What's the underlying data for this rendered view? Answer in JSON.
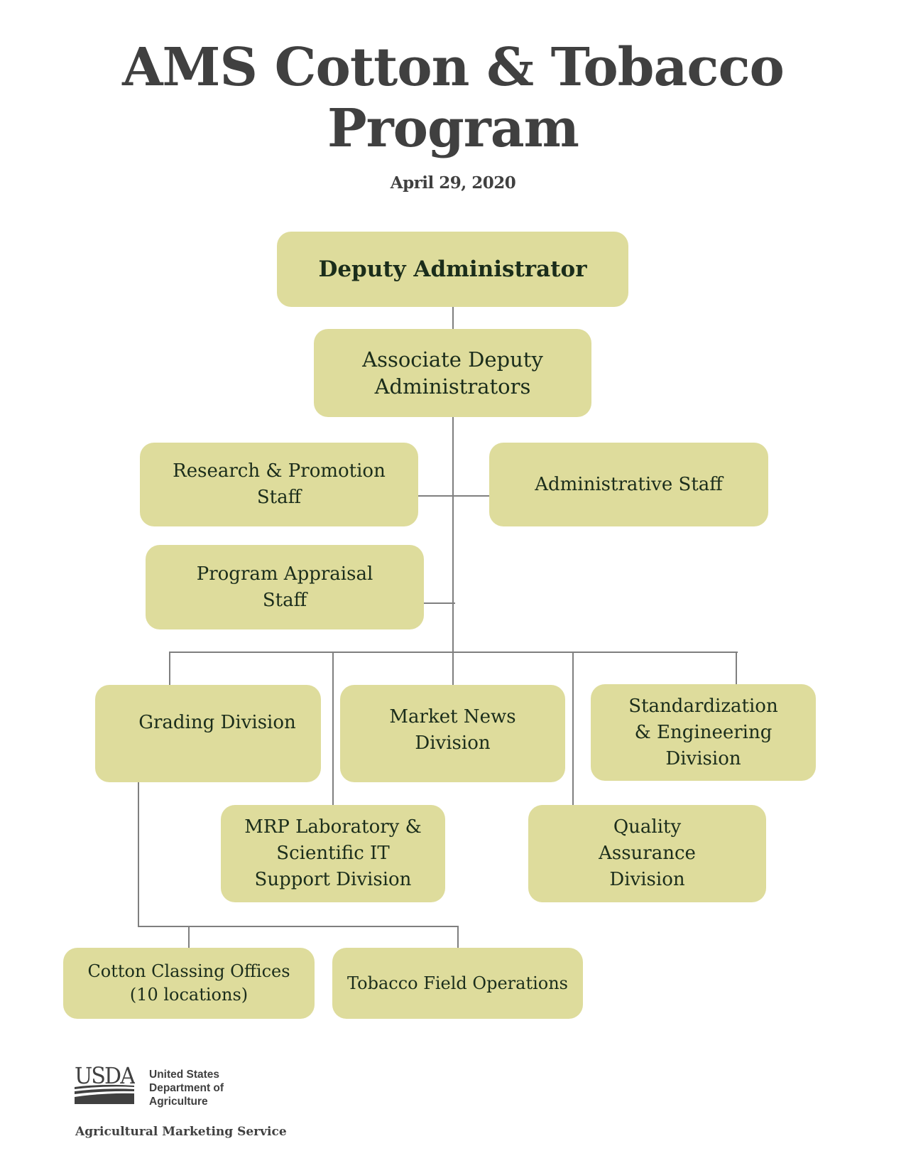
{
  "header": {
    "title_line1": "AMS Cotton & Tobacco",
    "title_line2": "Program",
    "date": "April 29, 2020"
  },
  "org_chart": {
    "deputy_administrator": "Deputy Administrator",
    "associate_deputy_administrators": "Associate Deputy\nAdministrators",
    "research_promotion_staff": "Research & Promotion\nStaff",
    "administrative_staff": "Administrative Staff",
    "program_appraisal_staff": "Program Appraisal\nStaff",
    "grading_division": "Grading Division",
    "market_news_division": "Market News\nDivision",
    "standardization_engineering_division": "Standardization\n& Engineering\nDivision",
    "mrp_laboratory_division": "MRP Laboratory &\nScientific IT\nSupport Division",
    "quality_assurance_division": "Quality\nAssurance\nDivision",
    "cotton_classing_offices": "Cotton Classing Offices\n(10 locations)",
    "tobacco_field_operations": "Tobacco Field Operations"
  },
  "footer": {
    "usda_logo_text": "USDA",
    "department_line1": "United States",
    "department_line2": "Department of",
    "department_line3": "Agriculture",
    "agency": "Agricultural Marketing Service"
  },
  "colors": {
    "box_fill": "#dedc9c",
    "box_text": "#1b2d1b",
    "title_text": "#404040",
    "connector": "#7f7f7f"
  }
}
